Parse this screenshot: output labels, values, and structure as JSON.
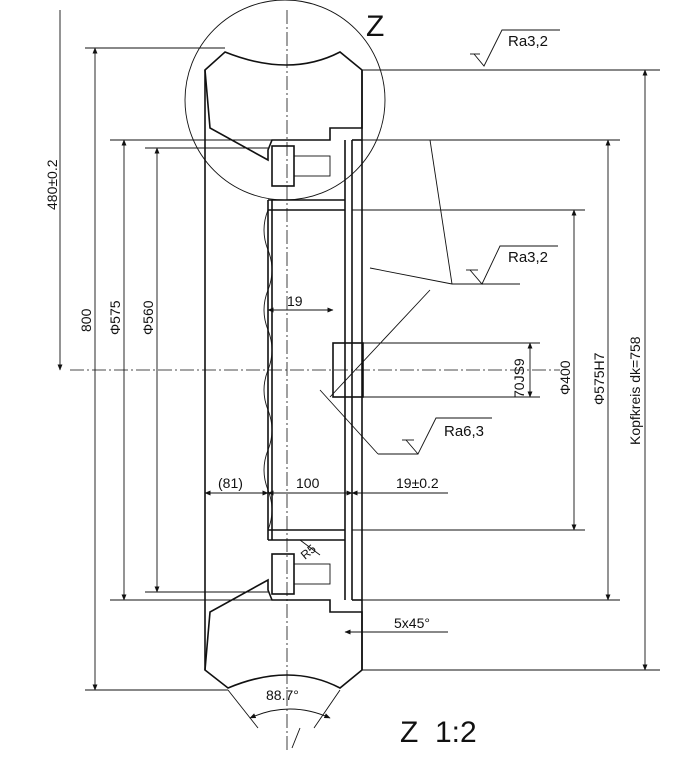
{
  "view": {
    "detail_label": "Z",
    "detail_scale_label": "Z  1:2"
  },
  "dimensions": {
    "d480": "480±0.2",
    "d800": "800",
    "d575": "Φ575",
    "d560": "Φ560",
    "d400": "Φ400",
    "d575h7": "Φ575H7",
    "kopfkreis": "Kopfkreis dk=758",
    "d19": "19",
    "d70": "70JS9",
    "d81": "(81)",
    "d100": "100",
    "d19tol": "19±0.2",
    "chamfer": "5x45°",
    "r5": "R5",
    "angle": "88.7°"
  },
  "surface": {
    "ra1": "Ra3,2",
    "ra2": "Ra3,2",
    "ra3": "Ra6,3"
  }
}
